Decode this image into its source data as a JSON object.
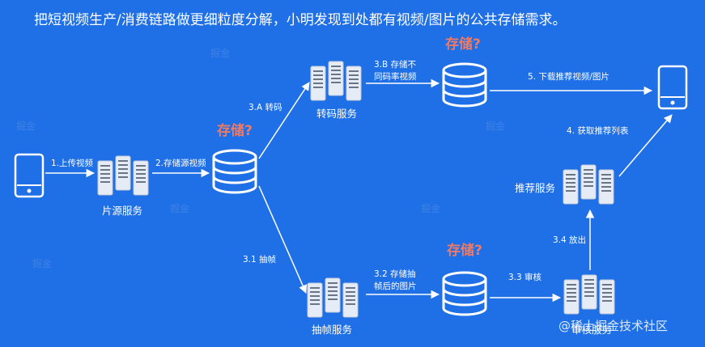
{
  "header": {
    "title": "把短视频生产/消费链路做更细粒度分解，小明发现到处都有视频/图片的公共存储需求。"
  },
  "nodes": {
    "source_service": "片源服务",
    "transcode_service": "转码服务",
    "frame_service": "抽帧服务",
    "recommend_service": "推荐服务",
    "review_service": "审核服务"
  },
  "storage_question": "存储?",
  "edges": {
    "e1": "1.上传视频",
    "e2": "2.存储源视频",
    "e3a": "3.A  转码",
    "e3b": [
      "3.B  存储不",
      "同码率视频"
    ],
    "e31": "3.1  抽帧",
    "e32": [
      "3.2  存储抽",
      "帧后的图片"
    ],
    "e33": "3.3  审核",
    "e34": "3.4  放出",
    "e4": "4.  获取推荐列表",
    "e5": "5.  下载推荐视频/图片"
  },
  "watermark": "@稀土掘金技术社区",
  "colors": {
    "background": "#1f6fe6",
    "storage_highlight": "#f07a63",
    "line": "#ffffff"
  }
}
